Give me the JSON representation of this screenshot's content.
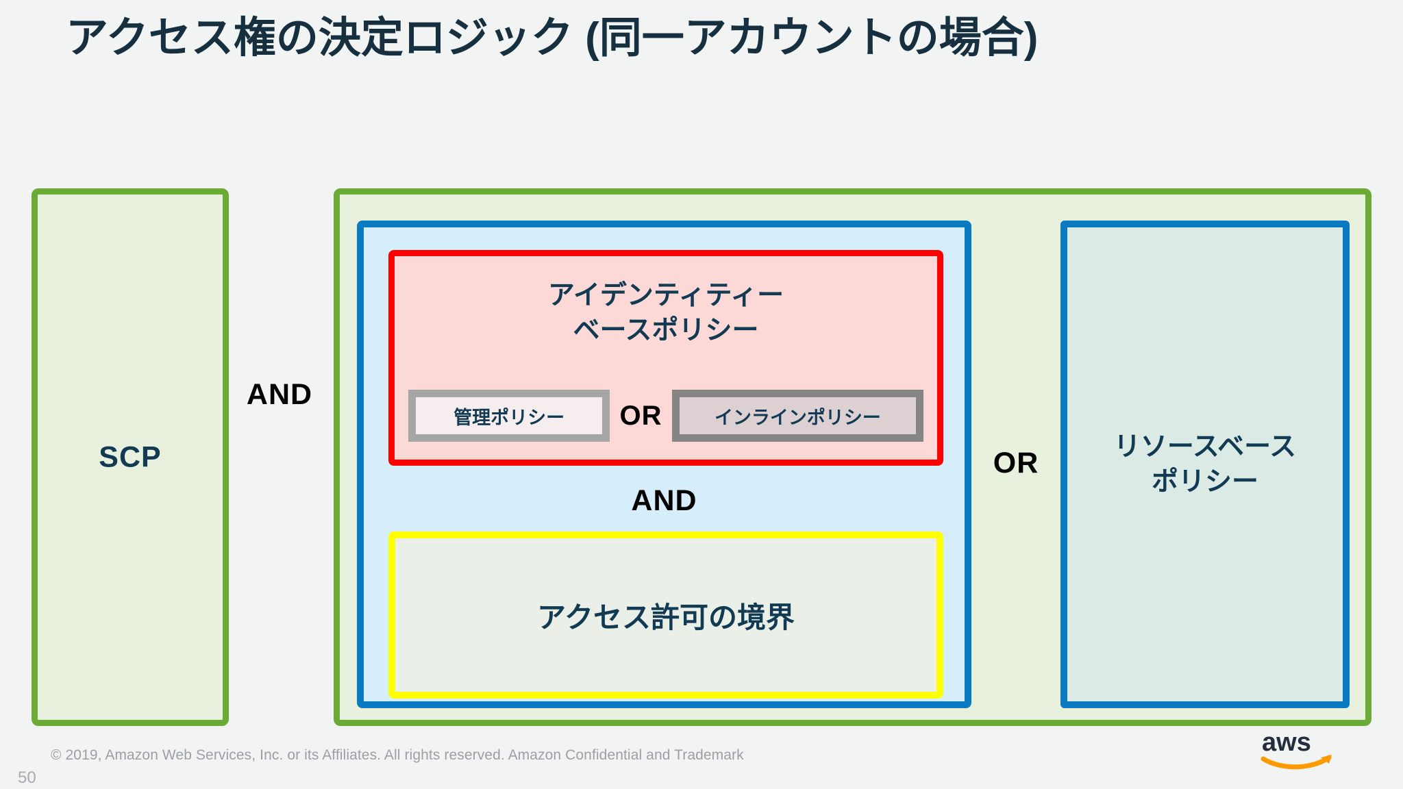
{
  "slide": {
    "title": "アクセス権の決定ロジック (同一アカウントの場合)",
    "background_color": "#f2f3f3",
    "number": "50"
  },
  "diagram": {
    "type": "nested-boxes-logic",
    "scp": {
      "label": "SCP",
      "border_color": "#6aaa35",
      "fill_color": "#e8f1de"
    },
    "operators": {
      "scp_and": "AND",
      "inner_and": "AND",
      "policy_or": "OR",
      "resource_or": "OR"
    },
    "identity_group": {
      "border_color": "#6aaa35",
      "fill_color": "#e8f1de"
    },
    "principal_box": {
      "border_color": "#0c7ac0",
      "fill_color": "#d6edfb"
    },
    "identity_policy": {
      "title_line1": "アイデンティティー",
      "title_line2": "ベースポリシー",
      "border_color": "#ff0000",
      "fill_color": "#fcd9d6",
      "chips": [
        {
          "label": "管理ポリシー",
          "border_color": "#a6a6a6",
          "fill_color": "#f6eeee"
        },
        {
          "label": "インラインポリシー",
          "border_color": "#858585",
          "fill_color": "#ddd0d2"
        }
      ]
    },
    "permission_boundary": {
      "label": "アクセス許可の境界",
      "border_color": "#ffff00",
      "fill_color": "#eaf0e8"
    },
    "resource_policy": {
      "title_line1": "リソースベース",
      "title_line2": "ポリシー",
      "border_color": "#0c7ac0",
      "fill_color": "#dbeae4"
    },
    "text_color": "#123a52",
    "operator_color": "#000000"
  },
  "footer": {
    "copyright": "© 2019, Amazon Web Services, Inc. or its Affiliates. All rights reserved. Amazon Confidential and Trademark",
    "logo_wordmark": "aws",
    "logo_text_color": "#232f3e",
    "logo_smile_color": "#ff9900"
  }
}
